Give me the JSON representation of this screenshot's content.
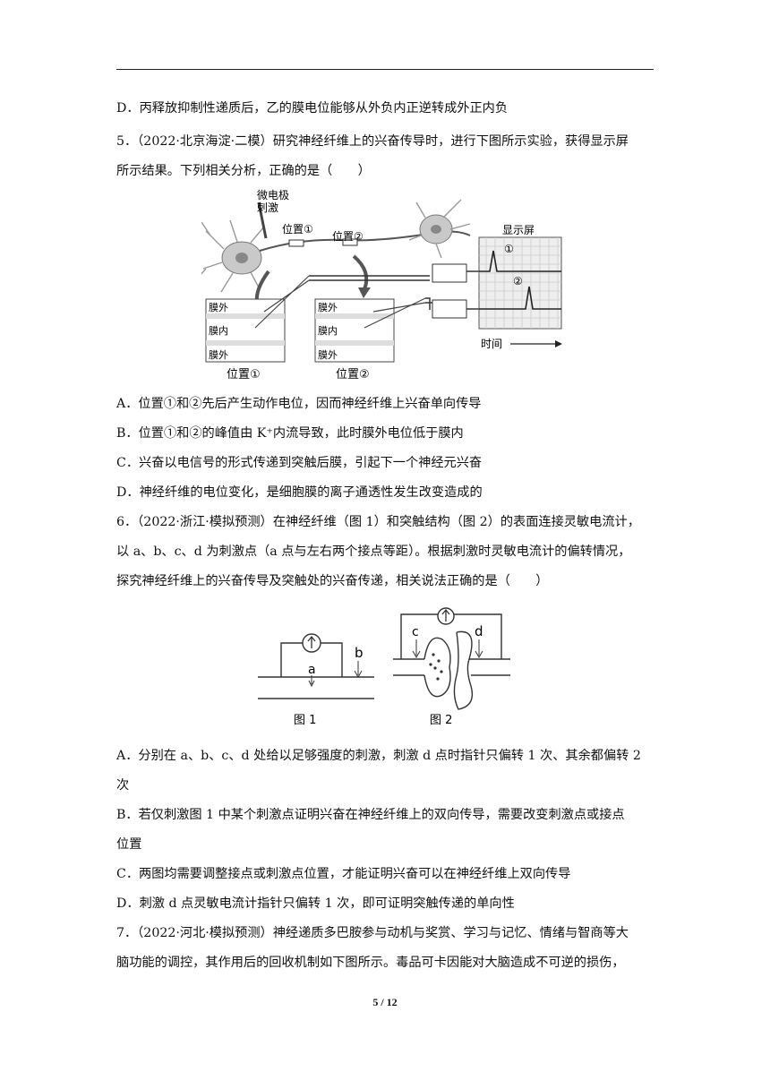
{
  "lines": [
    "D．丙释放抑制性递质后，乙的膜电位能够从外负内正逆转成外正内负",
    "5．（2022·北京海淀·二模）研究神经纤维上的兴奋传导时，进行下图所示实验，获得显示屏",
    "所示结果。下列相关分析，正确的是（　　）",
    "A．位置①和②先后产生动作电位，因而神经纤维上兴奋单向传导",
    "B．位置①和②的峰值由 K⁺内流导致，此时膜外电位低于膜内",
    "C．兴奋以电信号的形式传递到突触后膜，引起下一个神经元兴奋",
    "D．神经纤维的电位变化，是细胞膜的离子通透性发生改变造成的",
    "6．（2022·浙江·模拟预测）在神经纤维（图 1）和突触结构（图 2）的表面连接灵敏电流计，",
    "以 a、b、c、d 为刺激点（a 点与左右两个接点等距）。根据刺激时灵敏电流计的偏转情况，",
    "探究神经纤维上的兴奋传导及突触处的兴奋传递，相关说法正确的是（　　）",
    "A．分别在 a、b、c、d 处给以足够强度的刺激，刺激 d 点时指针只偏转 1 次、其余都偏转 2",
    "次",
    "B．若仅刺激图 1 中某个刺激点证明兴奋在神经纤维上的双向传导，需要改变刺激点或接点",
    "位置",
    "C．两图均需要调整接点或刺激点位置，才能证明兴奋可以在神经纤维上双向传导",
    "D．刺激 d 点灵敏电流计指针只偏转 1 次，即可证明突触传递的单向性",
    "7．（2022·河北·模拟预测）神经递质多巴胺参与动机与奖赏、学习与记忆、情绪与智商等大",
    "脑功能的调控，其作用后的回收机制如下图所示。毒品可卡因能对大脑造成不可逆的损伤，"
  ],
  "fig1": {
    "electrode_label": "微电极",
    "stim_label": "刺激",
    "pos1": "位置①",
    "pos2": "位置②",
    "screen_label": "显示屏",
    "trace1": "①",
    "trace2": "②",
    "time_label": "时间",
    "outside": "膜外",
    "inside": "膜内",
    "caption1": "位置①",
    "caption2": "位置②"
  },
  "fig2": {
    "a": "a",
    "b": "b",
    "c": "c",
    "d": "d",
    "cap1": "图 1",
    "cap2": "图 2"
  },
  "footer": "5 / 12"
}
